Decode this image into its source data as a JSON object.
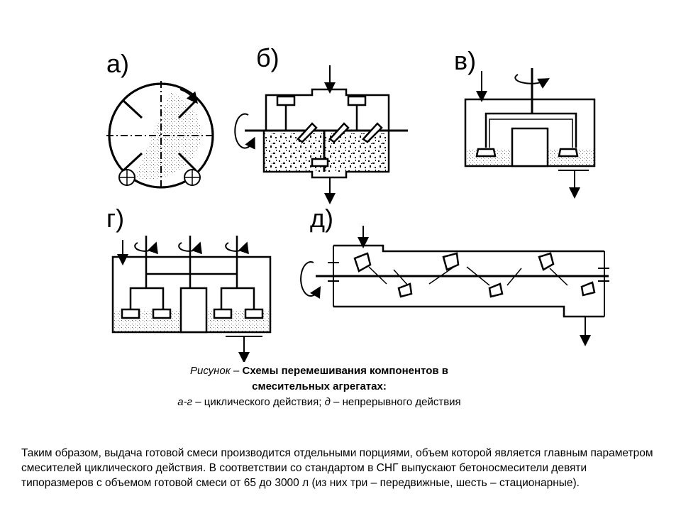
{
  "panels": [
    {
      "id": "a",
      "label": "а)"
    },
    {
      "id": "b",
      "label": "б)"
    },
    {
      "id": "v",
      "label": "в)"
    },
    {
      "id": "g",
      "label": "г)"
    },
    {
      "id": "d",
      "label": "д)"
    }
  ],
  "caption": {
    "prefix": "Рисунок",
    "dash": " – ",
    "title_line1": "Схемы перемешивания компонентов в",
    "title_line2": "смесительных агрегатах:",
    "legend_ag": "а-г",
    "legend_ag_text": " – циклического действия; ",
    "legend_d": "д",
    "legend_d_text": " – непрерывного действия"
  },
  "body_text": "Таким образом, выдача готовой смеси производится отдельными порциями, объем которой является главным параметром  смесителей циклического действия. В соответствии со стандартом в СНГ выпускают бетоносмесители девяти типоразмеров с объемом готовой смеси от 65 до 3000 л (из них три  – передвижные, шесть – стационарные).",
  "colors": {
    "line": "#000000",
    "background": "#ffffff",
    "speckle": "#555555"
  }
}
